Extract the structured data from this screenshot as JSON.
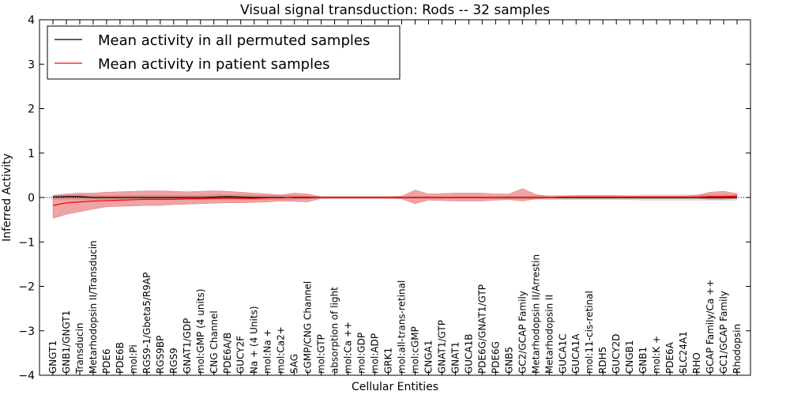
{
  "chart_data": {
    "type": "line",
    "title": "Visual signal transduction: Rods -- 32 samples",
    "xlabel": "Cellular Entities",
    "ylabel": "Inferred Activity",
    "ylim": [
      -4,
      4
    ],
    "yticks": [
      -4,
      -3,
      -2,
      -1,
      0,
      1,
      2,
      3,
      4
    ],
    "ytick_labels": [
      "−4",
      "−3",
      "−2",
      "−1",
      "0",
      "1",
      "2",
      "3",
      "4"
    ],
    "legend_position": "top-left",
    "categories": [
      "GNGT1",
      "GNB1/GNGT1",
      "Transducin",
      "Metarhodopsin II/Transducin",
      "PDE6",
      "PDE6B",
      "mol:Pi",
      "RGS9-1/Gbeta5/R9AP",
      "RGS9BP",
      "RGS9",
      "GNAT1/GDP",
      "mol:GMP (4 units)",
      "CNG Channel",
      "PDE6A/B",
      "GUCY2F",
      "Na + (4 Units)",
      "mol:Na +",
      "mol:Ca2+",
      "SAG",
      "cGMP/CNG Channel",
      "mol:GTP",
      "absorption of light",
      "mol:Ca ++",
      "mol:GDP",
      "mol:ADP",
      "GRK1",
      "mol:all-trans-retinal",
      "mol:cGMP",
      "CNGA1",
      "GNAT1/GTP",
      "GNAT1",
      "GUCA1B",
      "PDE6G/GNAT1/GTP",
      "PDE6G",
      "GNB5",
      "GC2/GCAP Family",
      "Metarhodopsin II/Arrestin",
      "Metarhodopsin II",
      "GUCA1C",
      "GUCA1A",
      "mol:11-cis-retinal",
      "RDH5",
      "GUCY2D",
      "CNGB1",
      "GNB1",
      "mol:K +",
      "PDE6A",
      "SLC24A1",
      "RHO",
      "GCAP Family/Ca ++",
      "GC1/GCAP Family",
      "Rhodopsin"
    ],
    "series": [
      {
        "name": "Mean activity in all permuted samples",
        "color": "#000000",
        "band_color": "#b0b0b0",
        "values": [
          0.01,
          0.02,
          0.02,
          0.0,
          0.0,
          0.0,
          0.0,
          0.0,
          0.0,
          0.0,
          0.0,
          0.0,
          0.01,
          0.02,
          0.01,
          0.0,
          0.0,
          0.0,
          0.0,
          0.0,
          0.0,
          0.0,
          0.0,
          0.0,
          0.0,
          0.0,
          0.0,
          0.0,
          0.0,
          0.0,
          0.0,
          0.0,
          0.0,
          0.0,
          0.0,
          0.0,
          0.0,
          0.0,
          0.0,
          0.0,
          0.0,
          0.0,
          0.0,
          0.0,
          0.0,
          0.0,
          0.0,
          0.0,
          0.0,
          0.0,
          0.0,
          0.0
        ],
        "lower": [
          -0.05,
          -0.04,
          -0.04,
          -0.05,
          -0.05,
          -0.05,
          -0.05,
          -0.05,
          -0.05,
          -0.05,
          -0.05,
          -0.05,
          -0.04,
          -0.03,
          -0.04,
          -0.05,
          -0.05,
          -0.05,
          -0.04,
          -0.03,
          -0.02,
          -0.02,
          -0.02,
          -0.02,
          -0.02,
          -0.02,
          -0.02,
          -0.02,
          -0.02,
          -0.02,
          -0.02,
          -0.02,
          -0.02,
          -0.02,
          -0.03,
          -0.03,
          -0.04,
          -0.05,
          -0.05,
          -0.05,
          -0.05,
          -0.05,
          -0.05,
          -0.05,
          -0.06,
          -0.06,
          -0.06,
          -0.06,
          -0.06,
          -0.06,
          -0.06,
          -0.06
        ],
        "upper": [
          0.05,
          0.06,
          0.06,
          0.05,
          0.05,
          0.05,
          0.05,
          0.05,
          0.05,
          0.05,
          0.05,
          0.05,
          0.06,
          0.06,
          0.06,
          0.05,
          0.05,
          0.05,
          0.04,
          0.03,
          0.02,
          0.02,
          0.02,
          0.02,
          0.02,
          0.02,
          0.02,
          0.02,
          0.02,
          0.02,
          0.02,
          0.02,
          0.02,
          0.02,
          0.03,
          0.03,
          0.04,
          0.05,
          0.05,
          0.05,
          0.05,
          0.05,
          0.05,
          0.05,
          0.06,
          0.06,
          0.06,
          0.06,
          0.06,
          0.06,
          0.06,
          0.06
        ]
      },
      {
        "name": "Mean activity in patient samples",
        "color": "#ff0000",
        "band_color": "#e04848",
        "values": [
          -0.18,
          -0.12,
          -0.1,
          -0.08,
          -0.07,
          -0.06,
          -0.05,
          -0.04,
          -0.04,
          -0.04,
          -0.03,
          -0.03,
          -0.02,
          -0.02,
          -0.02,
          -0.02,
          -0.01,
          -0.01,
          0.01,
          0.01,
          0.0,
          0.0,
          0.0,
          0.0,
          0.0,
          0.0,
          0.0,
          0.0,
          0.0,
          0.0,
          0.0,
          0.0,
          0.0,
          0.0,
          0.0,
          0.0,
          0.0,
          0.0,
          0.01,
          0.01,
          0.01,
          0.01,
          0.01,
          0.01,
          0.01,
          0.01,
          0.01,
          0.01,
          0.01,
          0.02,
          0.02,
          0.03
        ],
        "lower": [
          -0.47,
          -0.38,
          -0.32,
          -0.26,
          -0.21,
          -0.2,
          -0.19,
          -0.18,
          -0.18,
          -0.16,
          -0.15,
          -0.14,
          -0.13,
          -0.12,
          -0.12,
          -0.11,
          -0.1,
          -0.08,
          -0.09,
          -0.1,
          -0.02,
          -0.02,
          -0.02,
          -0.02,
          -0.02,
          -0.02,
          -0.03,
          -0.14,
          -0.06,
          -0.07,
          -0.08,
          -0.08,
          -0.08,
          -0.06,
          -0.05,
          -0.08,
          -0.03,
          -0.02,
          -0.02,
          -0.02,
          -0.02,
          -0.02,
          -0.02,
          -0.02,
          -0.02,
          -0.02,
          -0.02,
          -0.02,
          -0.02,
          -0.04,
          -0.04,
          -0.02
        ],
        "upper": [
          0.05,
          0.08,
          0.1,
          0.1,
          0.12,
          0.13,
          0.14,
          0.15,
          0.15,
          0.14,
          0.13,
          0.14,
          0.15,
          0.14,
          0.12,
          0.1,
          0.08,
          0.06,
          0.1,
          0.08,
          0.02,
          0.02,
          0.02,
          0.02,
          0.02,
          0.02,
          0.03,
          0.17,
          0.08,
          0.09,
          0.1,
          0.1,
          0.1,
          0.08,
          0.08,
          0.2,
          0.07,
          0.02,
          0.03,
          0.04,
          0.04,
          0.04,
          0.04,
          0.03,
          0.03,
          0.03,
          0.03,
          0.03,
          0.05,
          0.12,
          0.14,
          0.09
        ]
      }
    ]
  }
}
